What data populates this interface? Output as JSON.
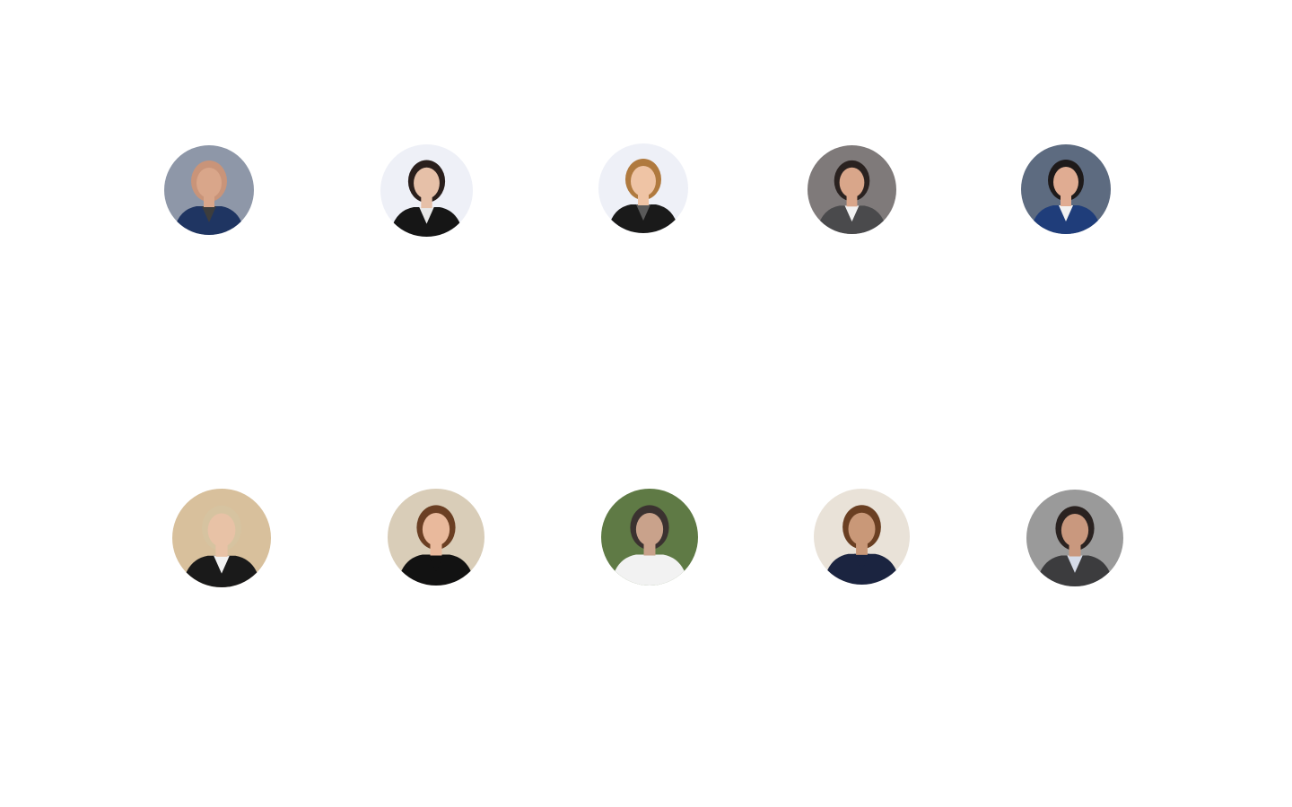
{
  "speakers": {
    "row1": [
      {
        "icon": "speaker-photo-1",
        "bg": "#8e97a8",
        "skin": "#d9a68a",
        "hair": "#c99479",
        "suit": "#1f3562",
        "shirt": "#3d3d3d"
      },
      {
        "icon": "speaker-photo-2",
        "bg": "#eef0f7",
        "skin": "#e6c0a8",
        "hair": "#2a1f1c",
        "suit": "#161616",
        "shirt": "#e8e8e8"
      },
      {
        "icon": "speaker-photo-3",
        "bg": "#eef0f7",
        "skin": "#efc4a5",
        "hair": "#b07a3f",
        "suit": "#1a1a1a",
        "shirt": "#5a5a5a"
      },
      {
        "icon": "speaker-photo-4",
        "bg": "#7f7a7a",
        "skin": "#d9a68a",
        "hair": "#2a2220",
        "suit": "#4a4a4c",
        "shirt": "#f2f2f2"
      },
      {
        "icon": "speaker-photo-5",
        "bg": "#5d6b80",
        "skin": "#e0ac92",
        "hair": "#1e1a1a",
        "suit": "#1f3d7a",
        "shirt": "#f2f2f2"
      }
    ],
    "row2": [
      {
        "icon": "speaker-photo-6",
        "bg": "#d8c09c",
        "skin": "#e8c2a6",
        "hair": "#d6c3a0",
        "suit": "#1a1a1a",
        "shirt": "#f2f2f2"
      },
      {
        "icon": "speaker-photo-7",
        "bg": "#d9cdb8",
        "skin": "#e9b99c",
        "hair": "#6b3f23",
        "suit": "#121212",
        "shirt": "#121212"
      },
      {
        "icon": "speaker-photo-8",
        "bg": "#5f7a45",
        "skin": "#c9a28b",
        "hair": "#3b3230",
        "suit": "#f2f2f2",
        "shirt": "#f2f2f2"
      },
      {
        "icon": "speaker-photo-9",
        "bg": "#e9e2d8",
        "skin": "#c99878",
        "hair": "#6a3f22",
        "suit": "#1b2440",
        "shirt": "#1b2440"
      },
      {
        "icon": "speaker-photo-10",
        "bg": "#9a9a9a",
        "skin": "#c9987e",
        "hair": "#2a2220",
        "suit": "#3c3c3e",
        "shirt": "#d5dbe8"
      }
    ]
  }
}
